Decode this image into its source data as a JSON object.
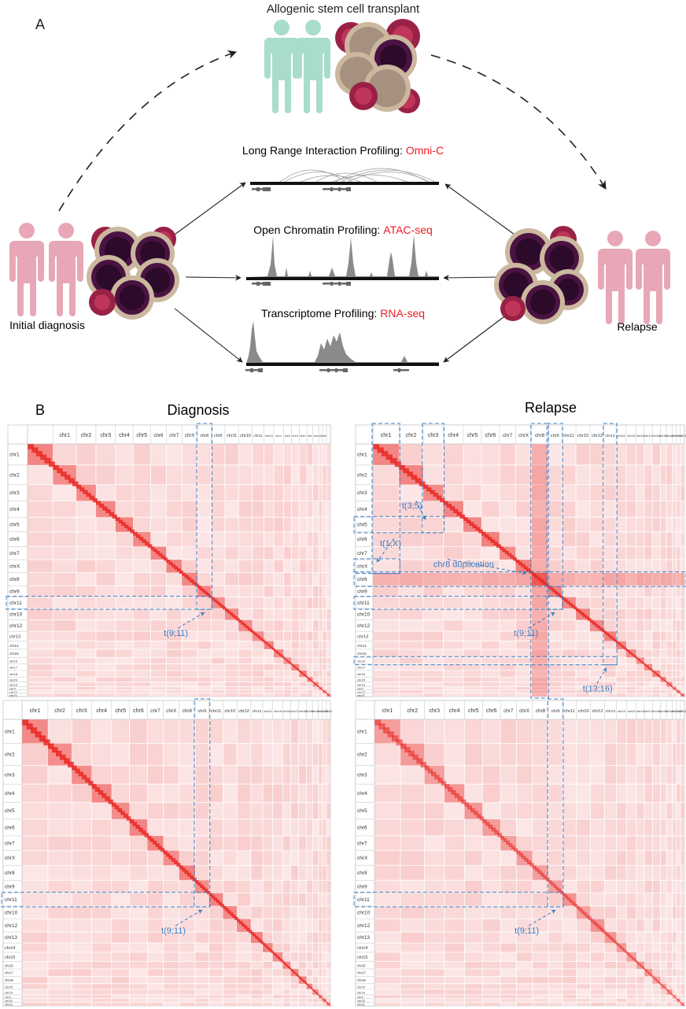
{
  "panel_a": {
    "label": "A",
    "title": "Allogenic stem cell transplant",
    "omni_label": "Long Range Interaction Profiling:",
    "omni_method": "Omni-C",
    "atac_label": "Open Chromatin Profiling:",
    "atac_method": "ATAC-seq",
    "rna_label": "Transcriptome Profiling:",
    "rna_method": "RNA-seq",
    "left_caption": "Initial diagnosis",
    "right_caption": "Relapse"
  },
  "panel_b": {
    "label": "B",
    "left_title": "Diagnosis",
    "right_title": "Relapse"
  },
  "heatmaps": [
    {
      "id": "dx-top",
      "chroms": [
        "chr1",
        "chr2",
        "chr3",
        "chr4",
        "chr5",
        "chr6",
        "chr7",
        "chrX",
        "chr8",
        "chr9",
        "chr11",
        "chr10",
        "chr12",
        "chr13",
        "chr14",
        "chr15",
        "chr16",
        "chr17",
        "chr18",
        "chr20",
        "chr19",
        "chrY",
        "chr22",
        "chr21"
      ],
      "row_labels": [
        "chr1",
        "chr2",
        "chr3",
        "chr4",
        "chr5",
        "chr6",
        "chr7",
        "chrX",
        "chr8",
        "chr9",
        "chr11",
        "chr10",
        "chr12",
        "chr13",
        "chr14",
        "chr15",
        "chr16",
        "chr17",
        "chr18",
        "chr20",
        "chr19",
        "chrY",
        "chr22",
        "chr21"
      ],
      "col_labels": [
        "",
        "chr1",
        "chr2",
        "chr3",
        "chr4",
        "chr5",
        "chr6",
        "chr7",
        "chrX",
        "chr8",
        "chr9",
        "chr11",
        "chr10",
        "chr11",
        "chr14",
        "chr1",
        "chr1",
        "chr1",
        "chr1",
        "chr",
        "chr",
        "chr",
        "chr"
      ],
      "annotations": [
        {
          "text": "t(9;11)"
        }
      ]
    },
    {
      "id": "rl-top",
      "chroms": [
        "chr1",
        "chr2",
        "chr3",
        "chr4",
        "chr5",
        "chr6",
        "chr7",
        "chrX",
        "chr8",
        "chr9",
        "chr11",
        "chr10",
        "chr12",
        "chr13",
        "chr14",
        "chr15",
        "chr16",
        "chr17",
        "chr18",
        "chr20",
        "chr19",
        "chrY",
        "chr22",
        "chr21"
      ],
      "row_labels": [
        "chr1",
        "chr2",
        "chr3",
        "chr4",
        "chr5",
        "chr6",
        "chr7",
        "chrX",
        "chr8",
        "chr9",
        "chr11",
        "chr10",
        "chr12",
        "chr13",
        "chr14",
        "chr15",
        "chr16",
        "chr17",
        "chr18",
        "chr20",
        "chr19",
        "chrY",
        "chr22",
        "chr21"
      ],
      "col_labels": [
        "chr1",
        "chr2",
        "chr3",
        "chr4",
        "chr5",
        "chr6",
        "chr7",
        "chrX",
        "chr8",
        "chr9",
        "chr11",
        "chr10",
        "chr12",
        "chr13",
        "chr14",
        "chr15",
        "chr16",
        "chr17",
        "chr18",
        "chr20",
        "chr19",
        "chrY",
        "chr22",
        "chr21"
      ],
      "annotations": [
        {
          "text": "t(3;5)"
        },
        {
          "text": "t(1;X)"
        },
        {
          "text": "chr8 duplication"
        },
        {
          "text": "t(9;11)"
        },
        {
          "text": "t(13;16)"
        }
      ]
    },
    {
      "id": "dx-bottom",
      "chroms": [
        "chr1",
        "chr2",
        "chr3",
        "chr4",
        "chr5",
        "chr6",
        "chr7",
        "chrX",
        "chr8",
        "chr9",
        "chr11",
        "chr10",
        "chr12",
        "chr13",
        "chr14",
        "chr15",
        "chr16",
        "chr17",
        "chr18",
        "chr20",
        "chr19",
        "chrY",
        "chr22",
        "chr21"
      ],
      "row_labels": [
        "chr1",
        "chr2",
        "chr3",
        "chr4",
        "chr5",
        "chr6",
        "chr7",
        "chrX",
        "chr8",
        "chr9",
        "chr11",
        "chr10",
        "chr12",
        "chr13",
        "chr14",
        "chr15",
        "chr16",
        "chr17",
        "chr18",
        "chr20",
        "chr19",
        "chrY",
        "chr22",
        "chr21"
      ],
      "col_labels": [
        "chr1",
        "chr2",
        "chr3",
        "chr4",
        "chr5",
        "chr6",
        "chr7",
        "chrX",
        "chr8",
        "chr9",
        "chr11",
        "chr10",
        "chr12",
        "chr13",
        "chr14",
        "chr15",
        "chr16",
        "chr17",
        "chr18",
        "chr20",
        "chr19",
        "chrY",
        "chr22",
        "chr21"
      ],
      "annotations": [
        {
          "text": "t(9;11)"
        }
      ]
    },
    {
      "id": "rl-bottom",
      "chroms": [
        "chr1",
        "chr2",
        "chr3",
        "chr4",
        "chr5",
        "chr6",
        "chr7",
        "chrX",
        "chr8",
        "chr9",
        "chr11",
        "chr10",
        "chr12",
        "chr13",
        "chr14",
        "chr15",
        "chr16",
        "chr17",
        "chr18",
        "chr20",
        "chr19",
        "chrY",
        "chr22",
        "chr21"
      ],
      "row_labels": [
        "chr1",
        "chr2",
        "chr3",
        "chr4",
        "chr5",
        "chr6",
        "chr7",
        "chrX",
        "chr8",
        "chr9",
        "chr11",
        "chr10",
        "chr12",
        "chr13",
        "chr14",
        "chr15",
        "chr16",
        "chr17",
        "chr18",
        "chr20",
        "chr19",
        "chrY",
        "chr22",
        "chr21"
      ],
      "col_labels": [
        "chr1",
        "chr2",
        "chr3",
        "chr4",
        "chr5",
        "chr6",
        "chr7",
        "chrX",
        "chr8",
        "chr9",
        "chr11",
        "chr10",
        "chr12",
        "chr13",
        "chr14",
        "chr15",
        "chr16",
        "chr17",
        "chr18",
        "chr20",
        "chr19",
        "chrY",
        "chr22",
        "chr21"
      ],
      "annotations": [
        {
          "text": "t(9;11)"
        }
      ]
    }
  ],
  "colors": {
    "person_green": "#a8dccb",
    "person_pink": "#e7a7b7",
    "cell_dark": "#3a0f35",
    "cell_mid": "#a69180",
    "cell_rim": "#cbb89f",
    "cell_red": "#b02b4a",
    "method_red": "#ed1c24",
    "heat_red": "#e8231f",
    "annot_blue": "#3a7ec5"
  }
}
